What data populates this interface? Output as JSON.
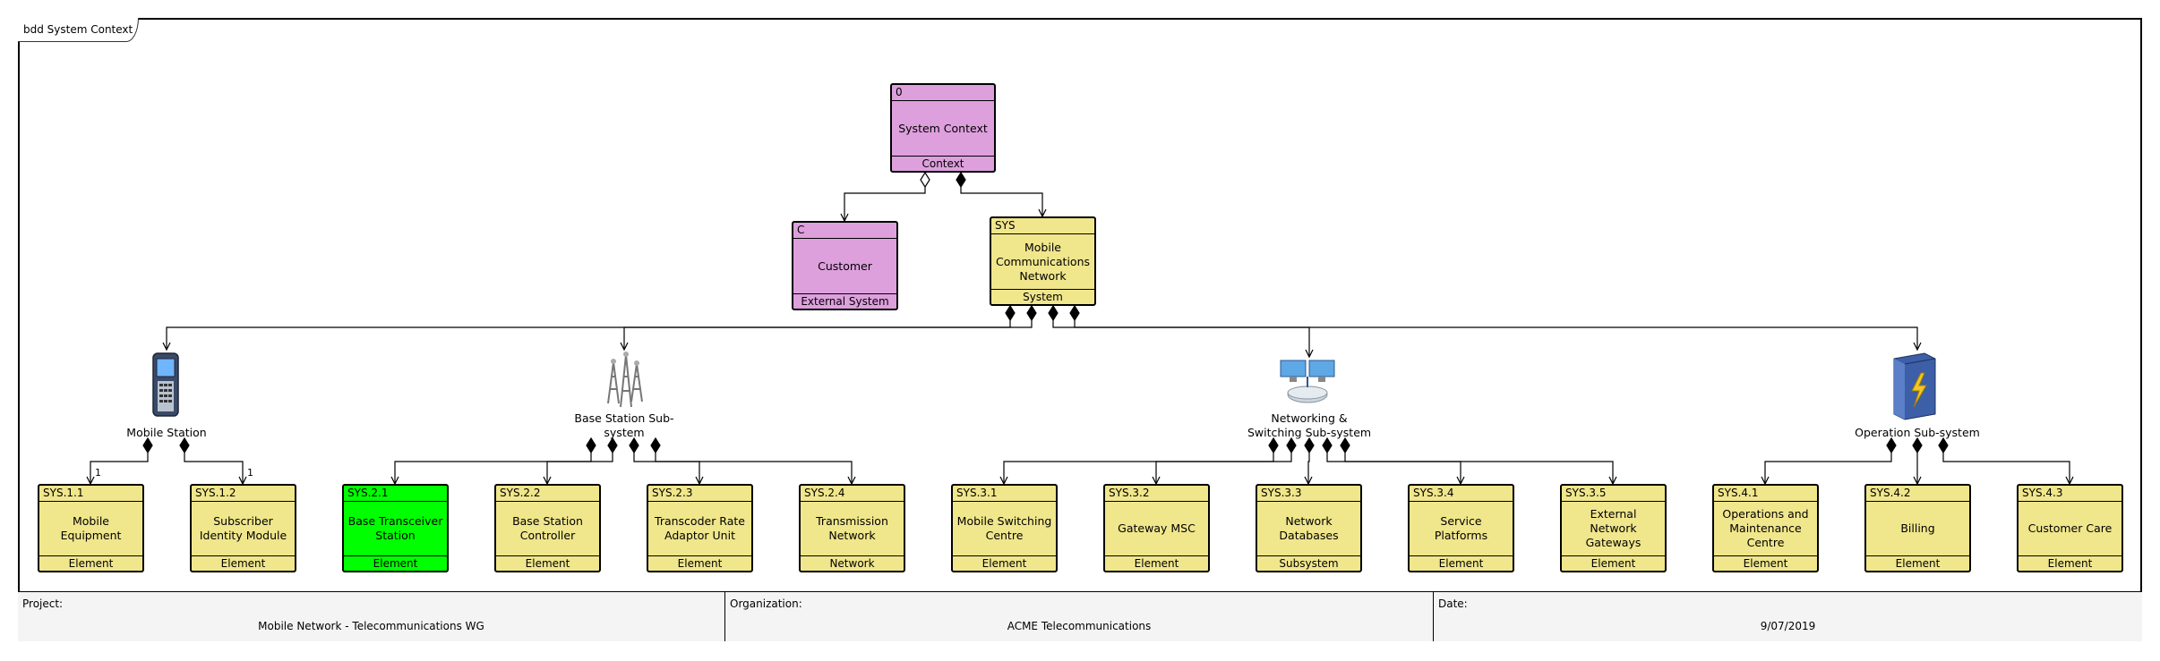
{
  "frame_title": "bdd System Context",
  "blocks": [
    {
      "key": "root",
      "id": "0",
      "name": "System Context",
      "stereotype": "Context",
      "color": "pink"
    },
    {
      "key": "customer",
      "id": "C",
      "name": "Customer",
      "stereotype": "External System",
      "color": "pink"
    },
    {
      "key": "sys",
      "id": "SYS",
      "name": "Mobile Communications Network",
      "stereotype": "System",
      "color": "yellow"
    },
    {
      "key": "sys11",
      "id": "SYS.1.1",
      "name": "Mobile Equipment",
      "stereotype": "Element",
      "color": "yellow"
    },
    {
      "key": "sys12",
      "id": "SYS.1.2",
      "name": "Subscriber Identity Module",
      "stereotype": "Element",
      "color": "yellow"
    },
    {
      "key": "sys21",
      "id": "SYS.2.1",
      "name": "Base Transceiver Station",
      "stereotype": "Element",
      "color": "green"
    },
    {
      "key": "sys22",
      "id": "SYS.2.2",
      "name": "Base Station Controller",
      "stereotype": "Element",
      "color": "yellow"
    },
    {
      "key": "sys23",
      "id": "SYS.2.3",
      "name": "Transcoder Rate Adaptor Unit",
      "stereotype": "Element",
      "color": "yellow"
    },
    {
      "key": "sys24",
      "id": "SYS.2.4",
      "name": "Transmission Network",
      "stereotype": "Network",
      "color": "yellow"
    },
    {
      "key": "sys31",
      "id": "SYS.3.1",
      "name": "Mobile Switching Centre",
      "stereotype": "Element",
      "color": "yellow"
    },
    {
      "key": "sys32",
      "id": "SYS.3.2",
      "name": "Gateway MSC",
      "stereotype": "Element",
      "color": "yellow"
    },
    {
      "key": "sys33",
      "id": "SYS.3.3",
      "name": "Network Databases",
      "stereotype": "Subsystem",
      "color": "yellow"
    },
    {
      "key": "sys34",
      "id": "SYS.3.4",
      "name": "Service Platforms",
      "stereotype": "Element",
      "color": "yellow"
    },
    {
      "key": "sys35",
      "id": "SYS.3.5",
      "name": "External Network Gateways",
      "stereotype": "Element",
      "color": "yellow"
    },
    {
      "key": "sys41",
      "id": "SYS.4.1",
      "name": "Operations and Maintenance Centre",
      "stereotype": "Element",
      "color": "yellow"
    },
    {
      "key": "sys42",
      "id": "SYS.4.2",
      "name": "Billing",
      "stereotype": "Element",
      "color": "yellow"
    },
    {
      "key": "sys43",
      "id": "SYS.4.3",
      "name": "Customer Care",
      "stereotype": "Element",
      "color": "yellow"
    }
  ],
  "subsystems": [
    {
      "key": "ss1",
      "label": "Mobile Station",
      "icon": "mobile-phone-icon"
    },
    {
      "key": "ss2",
      "label": "Base Station Sub-system",
      "icon": "radio-tower-icon"
    },
    {
      "key": "ss3",
      "label": "Networking & Switching Sub-system",
      "icon": "network-switch-icon"
    },
    {
      "key": "ss4",
      "label": "Operation Sub-system",
      "icon": "server-power-icon"
    }
  ],
  "multiplicities": [
    "1",
    "1"
  ],
  "footer": {
    "project_label": "Project:",
    "project_value": "Mobile Network - Telecommunications WG",
    "organization_label": "Organization:",
    "organization_value": "ACME Telecommunications",
    "date_label": "Date:",
    "date_value": "9/07/2019"
  },
  "colors": {
    "pink": "#dda0dd",
    "yellow": "#f0e68c",
    "green": "#00ff00",
    "footer_bg": "#f4f4f4"
  }
}
